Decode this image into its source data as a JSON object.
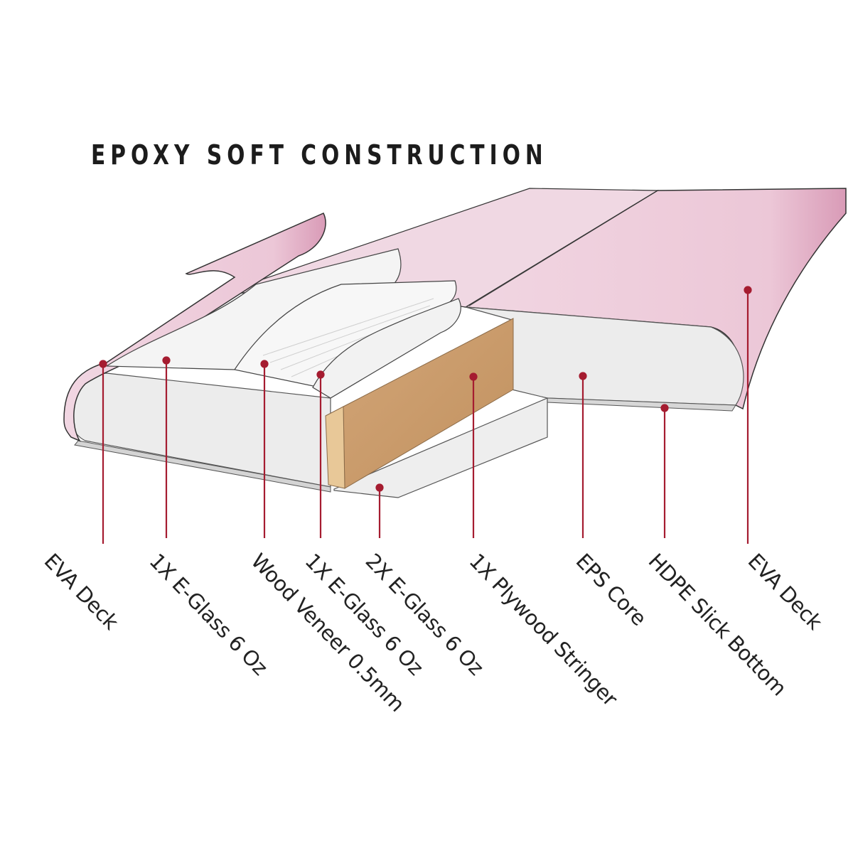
{
  "title": "EPOXY SOFT CONSTRUCTION",
  "colors": {
    "deck_pink": "#ecc9d8",
    "deck_edge": "#c98aa7",
    "stringer": "#c99b6b",
    "leader": "#a51c30",
    "core": "#ececec"
  },
  "labels": [
    "EVA Deck",
    "1X E-Glass 6 Oz",
    "Wood Veneer 0.5mm",
    "1X E-Glass 6 Oz",
    "2X E-Glass 6 Oz",
    "1X Plywood Stringer",
    "EPS Core",
    "HDPE Slick Bottom",
    "EVA Deck"
  ]
}
